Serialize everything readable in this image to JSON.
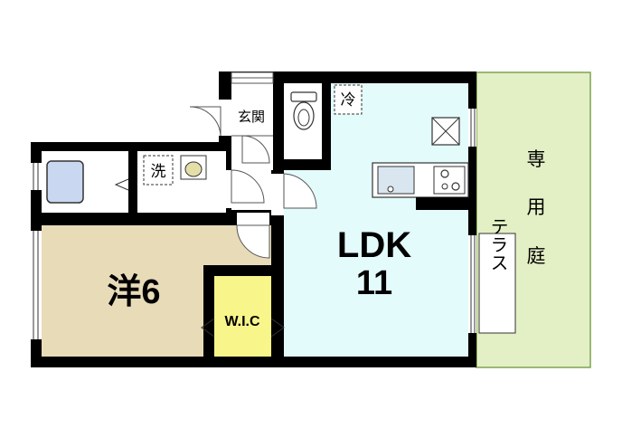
{
  "floorplan": {
    "rooms": {
      "ldk": {
        "label": "LDK",
        "size": "11",
        "color": "#e3fbfb"
      },
      "western": {
        "label": "洋6",
        "color": "#e8dbb8"
      },
      "wic": {
        "label": "W.I.C",
        "color": "#f8f58a"
      },
      "entrance": {
        "label": "玄関"
      },
      "washroom": {
        "label": "洗"
      },
      "fridge": {
        "label": "冷"
      },
      "terrace": {
        "label": "テラス"
      },
      "garden": {
        "label": "専用庭",
        "chars": [
          "専",
          "用",
          "庭"
        ],
        "color": "#e3efc4"
      }
    },
    "colors": {
      "wall": "#000000",
      "bath": "#c9d8f0",
      "interior": "#ffffff"
    }
  }
}
